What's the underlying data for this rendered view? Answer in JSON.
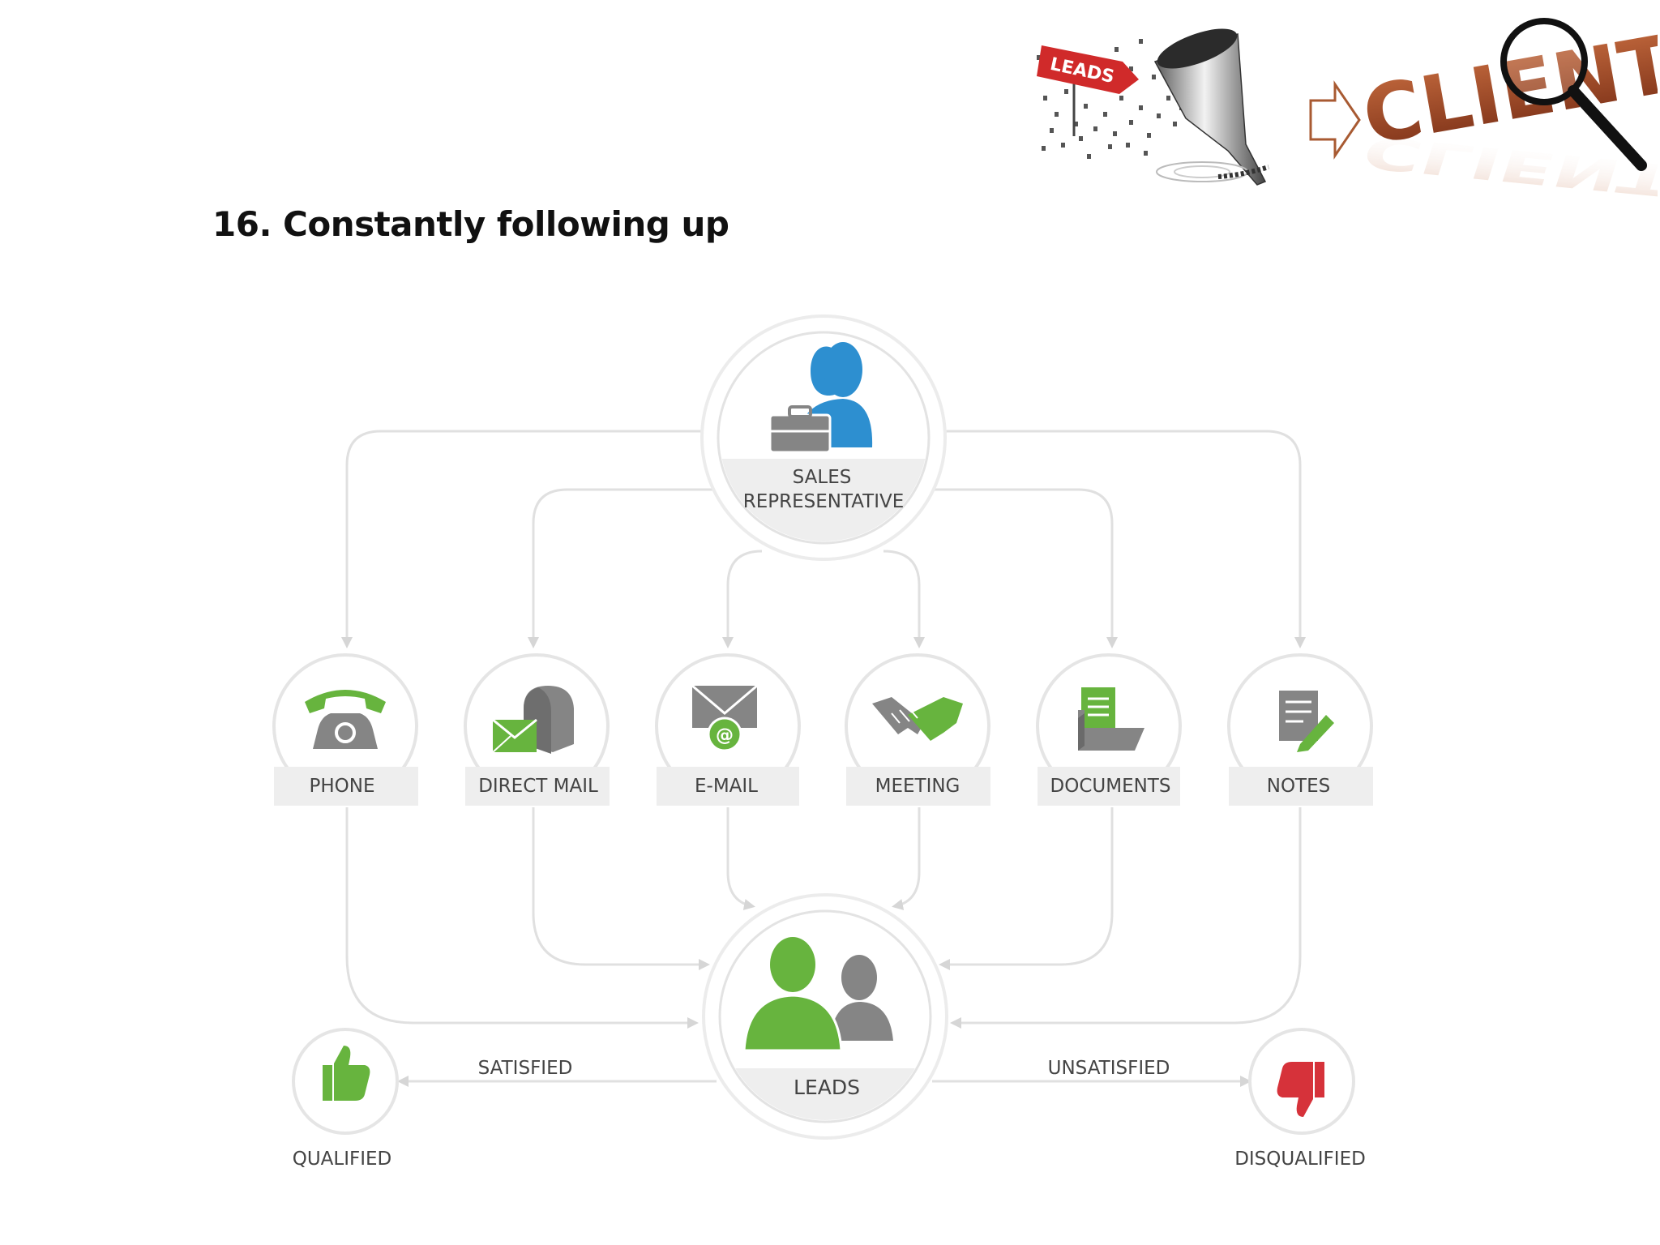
{
  "page": {
    "title": "16. Constantly following up"
  },
  "banner": {
    "leads_sign": "LEADS",
    "clients_word": "CLIENTS"
  },
  "diagram": {
    "top_node": {
      "label_line1": "SALES",
      "label_line2": "REPRESENTATIVE",
      "icon": "sales-representative-icon"
    },
    "channels": [
      {
        "label": "PHONE",
        "icon": "phone-icon"
      },
      {
        "label": "DIRECT MAIL",
        "icon": "mailbox-icon"
      },
      {
        "label": "E-MAIL",
        "icon": "email-icon"
      },
      {
        "label": "MEETING",
        "icon": "handshake-icon"
      },
      {
        "label": "DOCUMENTS",
        "icon": "documents-icon"
      },
      {
        "label": "NOTES",
        "icon": "notes-icon"
      }
    ],
    "center_node": {
      "label": "LEADS",
      "icon": "leads-group-icon"
    },
    "left_edge_label": "SATISFIED",
    "right_edge_label": "UNSATISFIED",
    "left_outcome": {
      "label": "QUALIFIED",
      "icon": "thumbs-up-icon"
    },
    "right_outcome": {
      "label": "DISQUALIFIED",
      "icon": "thumbs-down-icon"
    }
  },
  "colors": {
    "accent_blue": "#2d8fd0",
    "accent_green": "#67b43e",
    "accent_red": "#d6323a",
    "icon_gray": "#858585",
    "line_gray": "#dadada",
    "label_band": "#eeeeee",
    "clients_brown": "#a04a28"
  }
}
